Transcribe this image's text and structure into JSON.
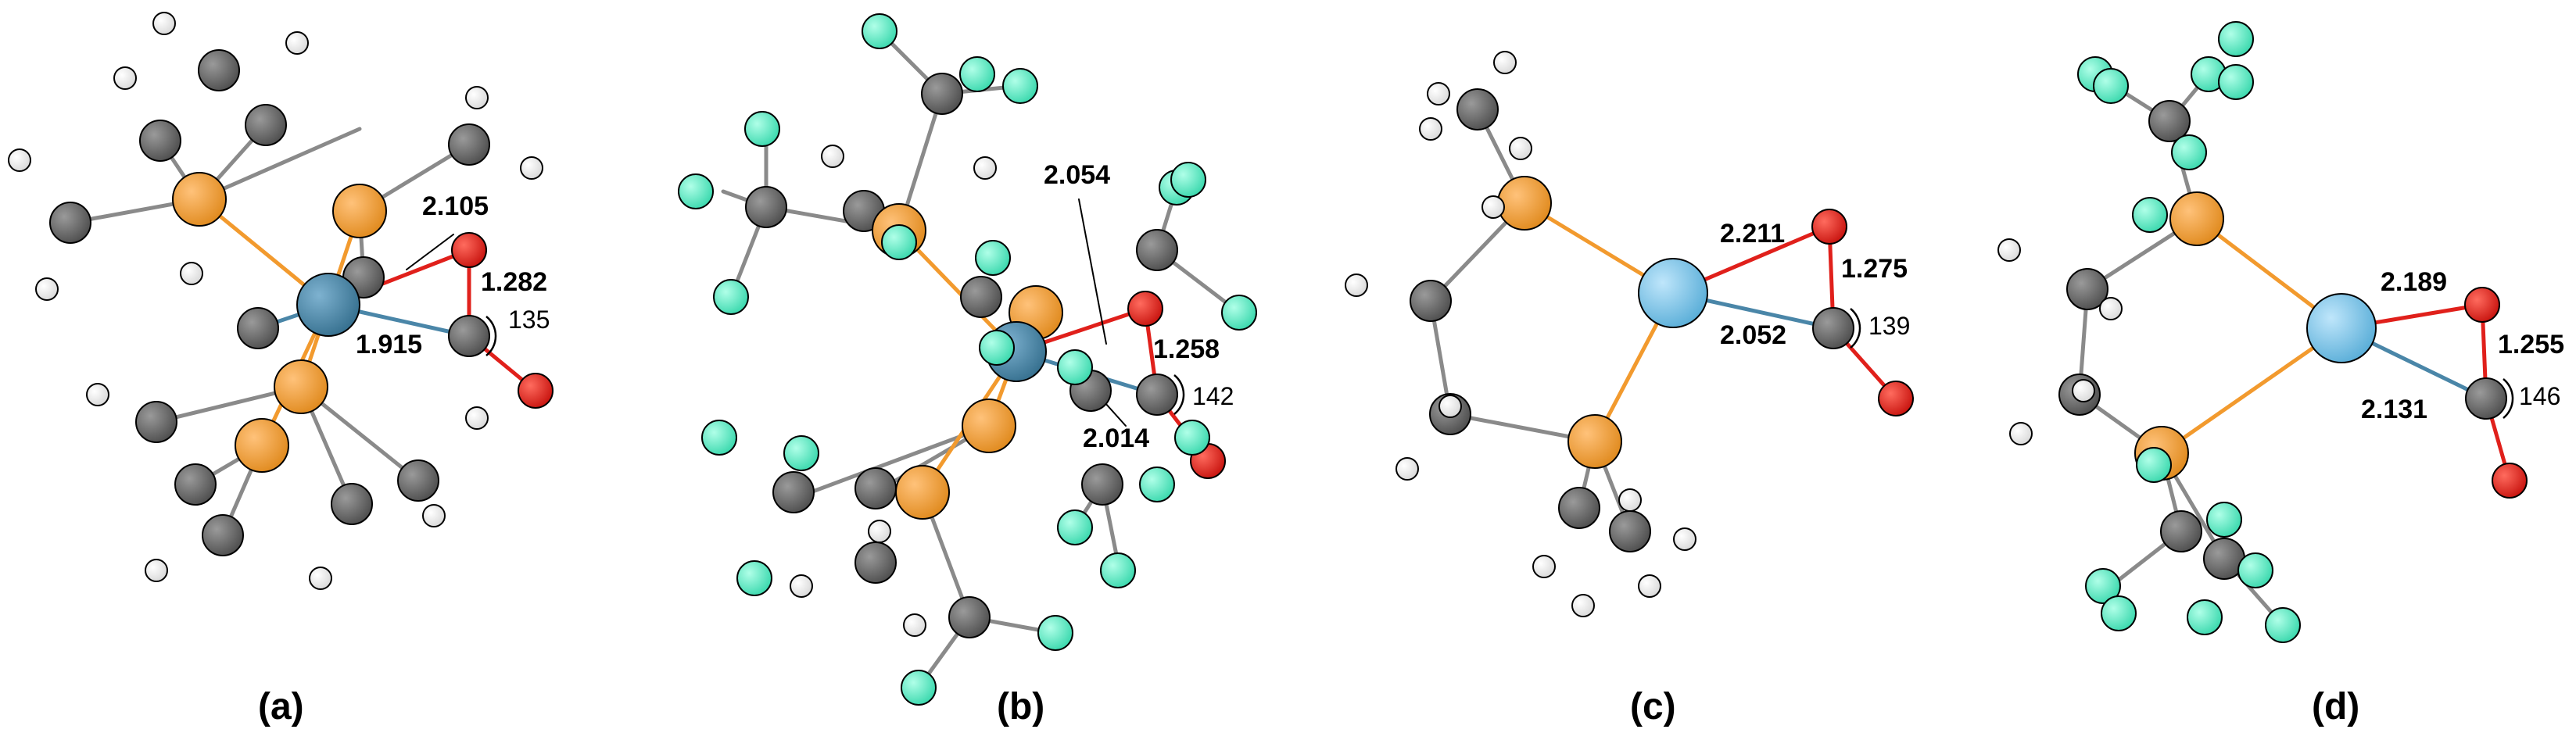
{
  "colors": {
    "metal": "#4a86a8",
    "metal_light": "#7ec3ea",
    "phosphorus": "#f29a2e",
    "carbon": "#6a6a6a",
    "oxygen": "#e0201b",
    "fluorine": "#5af0c8",
    "hydrogen": "#ffffff",
    "bond_default": "#8a8a8a"
  },
  "panels": [
    {
      "label": "(a)",
      "bond_MC": "2.105",
      "bond_MO": "1.915",
      "bond_CO": "1.282",
      "angle": "135"
    },
    {
      "label": "(b)",
      "bond_MC": "2.054",
      "bond_MO": "2.014",
      "bond_CO": "1.258",
      "angle": "142"
    },
    {
      "label": "(c)",
      "bond_MO": "2.211",
      "bond_MC": "2.052",
      "bond_CO": "1.275",
      "angle": "139"
    },
    {
      "label": "(d)",
      "bond_MO": "2.189",
      "bond_MC": "2.131",
      "bond_CO": "1.255",
      "angle": "146"
    }
  ]
}
